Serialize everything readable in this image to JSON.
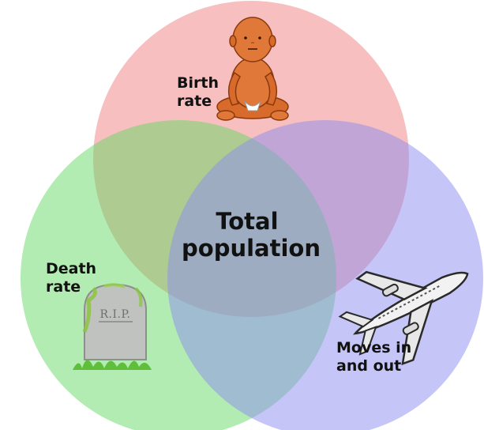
{
  "diagram": {
    "center_label": [
      "Total",
      "population"
    ],
    "sets": [
      {
        "id": "birth",
        "label": [
          "Birth",
          "rate"
        ],
        "color": "#f08080",
        "icon": "baby-icon"
      },
      {
        "id": "death",
        "label": [
          "Death",
          "rate"
        ],
        "color": "#66d966",
        "icon": "tombstone-icon"
      },
      {
        "id": "moves",
        "label": [
          "Moves in",
          "and out"
        ],
        "color": "#8c8cf0",
        "icon": "airplane-icon"
      }
    ],
    "tombstone_text": "R.I.P."
  }
}
